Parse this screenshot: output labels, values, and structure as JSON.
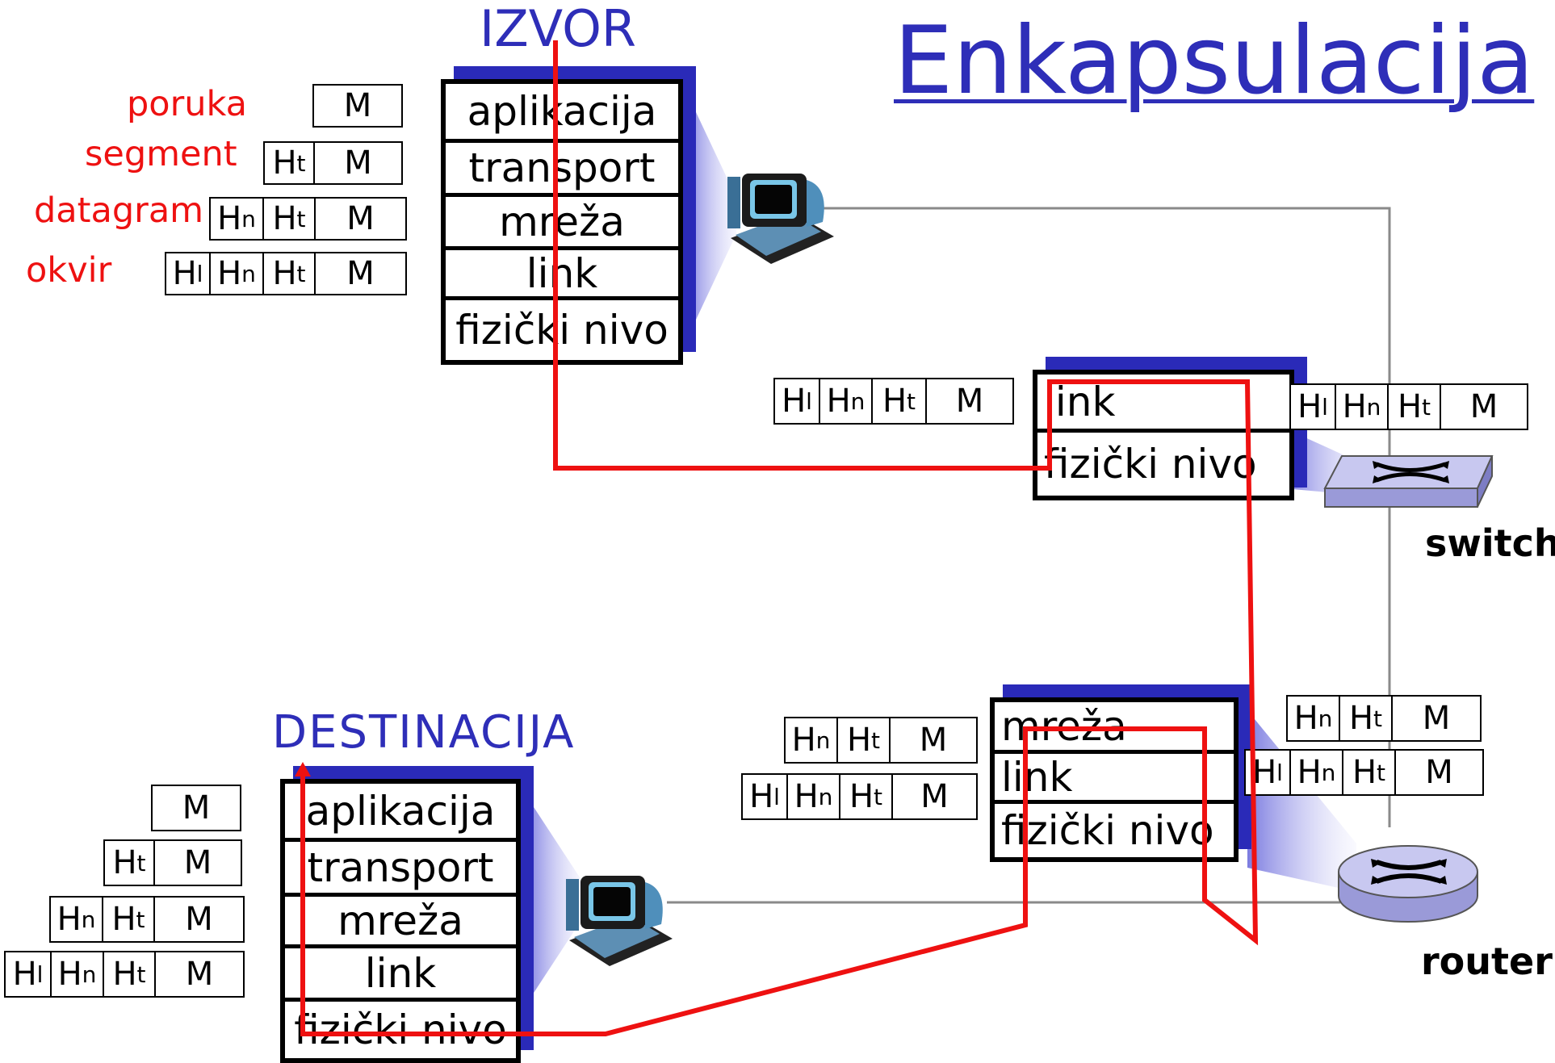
{
  "title": "Enkapsulacija",
  "source_label": "IZVOR",
  "destination_label": "DESTINACIJA",
  "legend": {
    "message": "poruka",
    "segment": "segment",
    "datagram": "datagram",
    "frame": "okvir"
  },
  "layers": {
    "application": "aplikacija",
    "transport": "transport",
    "network": "mreža",
    "link": "link",
    "physical": "fizički nivo"
  },
  "headers": {
    "message": "M",
    "transport": "H",
    "transport_sub": "t",
    "network": "H",
    "network_sub": "n",
    "link": "H",
    "link_sub": "l"
  },
  "devices": {
    "switch": "switch",
    "router": "router"
  },
  "colors": {
    "title_blue": "#2e2eb8",
    "legend_red": "#ee1111",
    "path_red": "#ee1111",
    "stack_shadow": "#2a2ab8",
    "device_fill": "#c8c8f0"
  }
}
